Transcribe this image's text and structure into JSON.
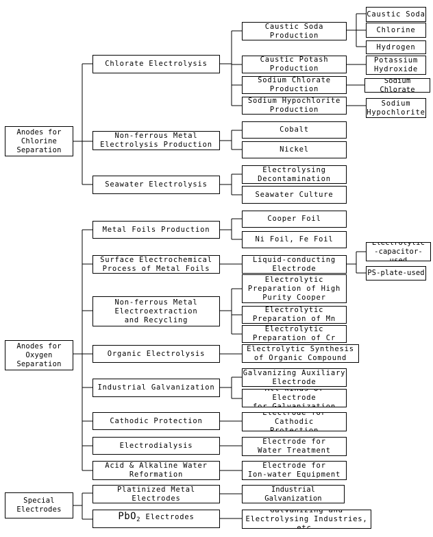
{
  "roots": [
    {
      "label": "Anodes for\nChlorine\nSeparation"
    },
    {
      "label": "Anodes for\nOxygen\nSeparation"
    },
    {
      "label": "Special\nElectrodes"
    }
  ],
  "chlorine": {
    "chlorate": "Chlorate Electrolysis",
    "nonferrous": "Non-ferrous Metal\nElectrolysis Production",
    "seawater": "Seawater Electrolysis",
    "caustic_soda_prod": "Caustic Soda\nProduction",
    "caustic_potash_prod": "Caustic Potash\nProduction",
    "sodium_chlorate_prod": "Sodium Chlorate\nProduction",
    "sodium_hypo_prod": "Sodium Hypochlorite\nProduction",
    "cobalt": "Cobalt",
    "nickel": "Nickel",
    "decontam": "Electrolysing\nDecontamination",
    "sea_culture": "Seawater Culture",
    "caustic_soda": "Caustic Soda",
    "chlorine": "Chlorine",
    "hydrogen": "Hydrogen",
    "potassium_hydroxide": "Potassium\nHydroxide",
    "sodium_chlorate": "Sodium Chlorate",
    "sodium_hypo": "Sodium\nHypochlorite"
  },
  "oxygen": {
    "metal_foils": "Metal Foils Production",
    "surface": "Surface Electrochemical\nProcess of Metal Foils",
    "nonferrous": "Non-ferrous Metal\nElectroextraction\nand Recycling",
    "organic": "Organic Electrolysis",
    "galvanization": "Industrial Galvanization",
    "cathodic": "Cathodic Protection",
    "electrodialysis": "Electrodialysis",
    "acid_alkaline": "Acid & Alkaline Water\nReformation",
    "cooper_foil": "Cooper Foil",
    "ni_fe_foil": "Ni Foil, Fe Foil",
    "liquid_electrode": "Liquid-conducting\nElectrode",
    "high_purity": "Electrolytic\nPreparation of High\nPurity Cooper",
    "prep_mn": "Electrolytic\nPreparation of Mn",
    "prep_cr": "Electrolytic\nPreparation of Cr",
    "organic_synth": "Electrolytic Synthesis\nof Organic Compound",
    "galv_aux": "Galvanizing Auxiliary\nElectrode",
    "all_kinds": "All kinds of Electrode\nfor Galvanization",
    "cathodic_electrode": "Electrode for Cathodic\nProtection",
    "water_treatment": "Electrode for\nWater Treatment",
    "ion_water": "Electrode for\nIon-water Equipment",
    "capacitor": "Electrolytic\n-capacitor-used",
    "ps_plate": "PS-plate-used"
  },
  "special": {
    "platinized": "Platinized Metal\nElectrodes",
    "pbo2_main": "PbO",
    "pbo2_sub": "2",
    "pbo2_rest": " Electrodes",
    "industrial_galv": "Industrial Galvanization",
    "galv_industries": "Galvanizing and\nElectrolysing Industries, etc."
  }
}
